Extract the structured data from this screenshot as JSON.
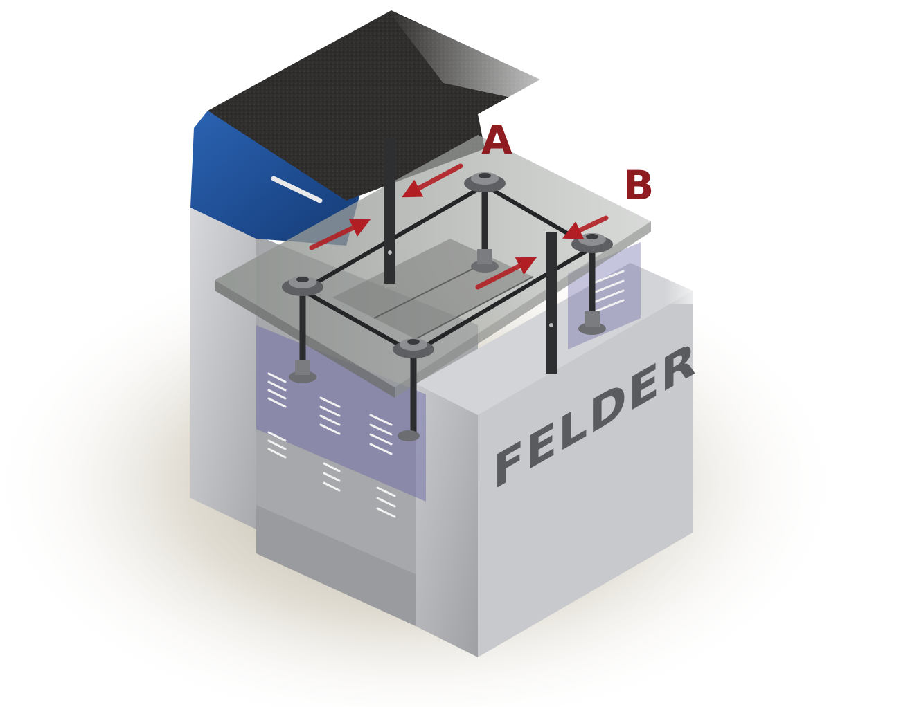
{
  "labels": {
    "point_a": "A",
    "point_b": "B"
  },
  "brand": {
    "name": "FELDER"
  },
  "colors": {
    "arrow_red": "#b11f24",
    "label_red": "#8e1b1f",
    "cabinet_grey": "#b9babd",
    "cabinet_light": "#dcdde0",
    "cabinet_dark": "#8d8e92",
    "blue_panel": "#1f4f96",
    "felt_top": "#2d2c2b",
    "table_transparent": "#9a9d9a",
    "chain_dark": "#2a2b2d",
    "logo_grey": "#5a5b5e"
  },
  "icons": {
    "arrow": "red-arrow-icon",
    "spindle": "spindle-nut-icon"
  }
}
